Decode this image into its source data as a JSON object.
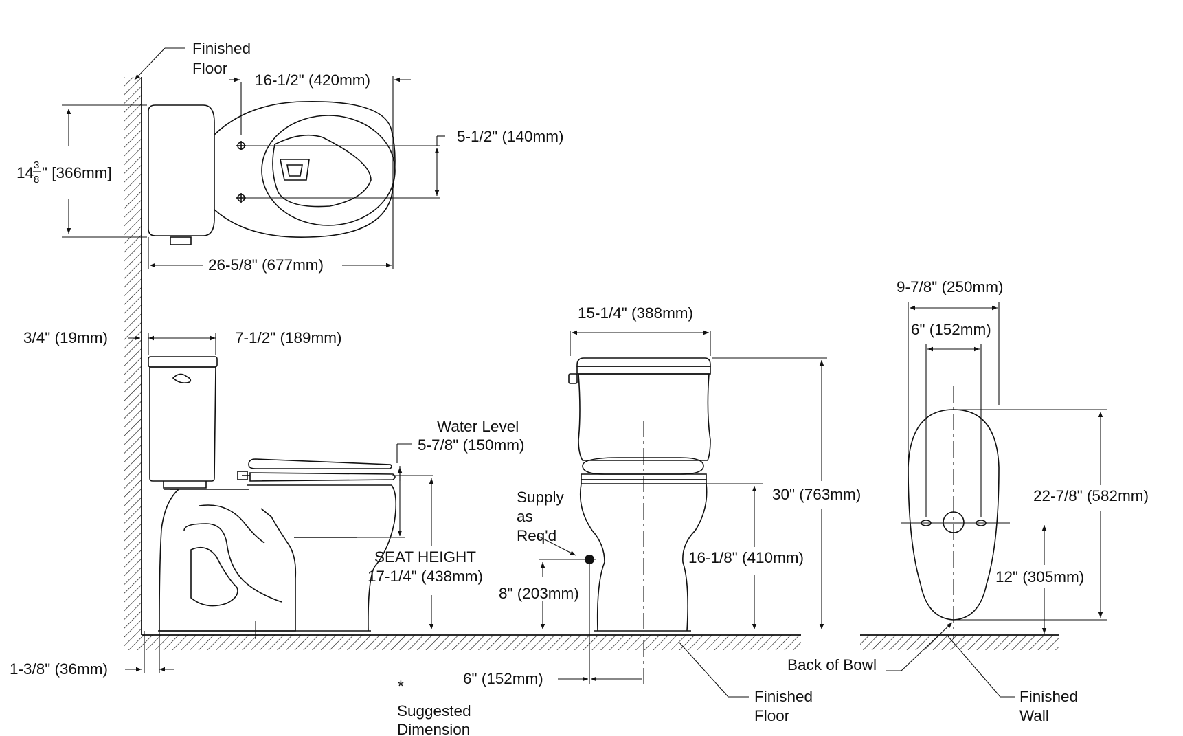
{
  "top_view": {
    "finished_floor_1": "Finished",
    "finished_floor_2": "Floor",
    "depth_dim": "14",
    "depth_frac_num": "3",
    "depth_frac_den": "8",
    "depth_dim_suffix": "\" [366mm]",
    "bolt_spacing": "5-1/2\" (140mm)",
    "bowl_width": "16-1/2\" (420mm)",
    "overall_length": "26-5/8\" (677mm)"
  },
  "side_view": {
    "wall_gap": "3/4\" (19mm)",
    "tank_depth": "7-1/2\" (189mm)",
    "water_level_1": "Water Level",
    "water_level_2": "5-7/8\" (150mm)",
    "seat_height_1": "SEAT HEIGHT",
    "seat_height_2": "17-1/4\" (438mm)",
    "base_offset": "1-3/8\" (36mm)"
  },
  "front_view": {
    "tank_width": "15-1/4\" (388mm)",
    "supply_1": "Supply",
    "supply_2": "as",
    "supply_3": "Req'd",
    "supply_height": "8\" (203mm)",
    "rim_height": "16-1/8\" (410mm)",
    "overall_height": "30\" (763mm)",
    "supply_offset": "6\" (152mm)",
    "finished_floor_1": "Finished",
    "finished_floor_2": "Floor"
  },
  "back_view": {
    "outer_width": "9-7/8\" (250mm)",
    "inner_width": "6\" (152mm)",
    "height": "22-7/8\" (582mm)",
    "bolt_height": "12\" (305mm)",
    "back_of_bowl": "Back of Bowl",
    "finished_wall_1": "Finished",
    "finished_wall_2": "Wall"
  },
  "notes": {
    "asterisk": "*",
    "suggested_1": "Suggested",
    "suggested_2": "Dimension"
  }
}
